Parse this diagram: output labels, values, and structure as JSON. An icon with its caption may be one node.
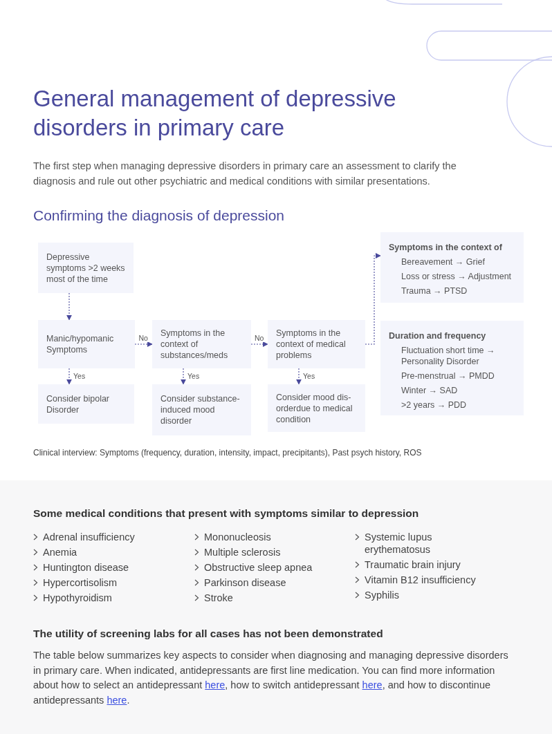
{
  "diagram": {
    "title": "General management of depressive disorders in primary care",
    "nodes": [
      {
        "text": [
          "Depressive symptoms >2 weeks most of the time"
        ]
      },
      {
        "text": [
          "Manic/hypomanic Symptoms"
        ]
      },
      {
        "text": [
          "Symptoms in the context of substances/meds"
        ]
      },
      {
        "text": [
          "Symptoms in the context of medical problems"
        ]
      },
      {
        "text": [
          "Consider bipolar Disorder"
        ]
      },
      {
        "text": [
          "Consider substance-induced mood disorder"
        ]
      },
      {
        "text": [
          "Consider mood dis-orderdue to medical condition"
        ]
      },
      {
        "text": [
          "Symptoms in the context of",
          "Bereavement → Grief",
          "Loss or stress → Adjustment",
          "Trauma → PTSD"
        ]
      },
      {
        "text": [
          "Duration and frequency",
          "Fluctuation short time → Personality Disorder",
          "Pre-menstrual → PMDD",
          "Winter → SAD",
          ">2 years → PDD"
        ]
      }
    ],
    "edges": [
      {
        "from": 0,
        "to": 1,
        "arrow": "to",
        "style": "dashed"
      },
      {
        "from": 1,
        "to": 2,
        "arrow": "to",
        "label": "No",
        "style": "dashed"
      },
      {
        "from": 2,
        "to": 3,
        "arrow": "to",
        "label": "No",
        "style": "dashed"
      },
      {
        "from": 1,
        "to": 4,
        "arrow": "to",
        "label": "Yes",
        "style": "dashed"
      },
      {
        "from": 2,
        "to": 5,
        "arrow": "to",
        "label": "Yes",
        "style": "dashed"
      },
      {
        "from": 3,
        "to": 6,
        "arrow": "to",
        "label": "Yes",
        "style": "dashed"
      },
      {
        "from": 3,
        "to": 7,
        "arrow": "to",
        "style": "dashed"
      }
    ],
    "labels": [
      "The first step when managing depressive disorders in primary care an assessment to clarify the diagnosis and rule out other psychiatric and medical conditions with similar presentations.",
      "Confirming the diagnosis of depression",
      "Clinical interview: Symptoms (frequency, duration, intensity, impact, precipitants), Past psych history, ROS",
      "Some medical conditions that present with symptoms similar to depression",
      "Adrenal insufficiency",
      "Anemia",
      "Huntington disease",
      "Hypercortisolism",
      "Hypothyroidism",
      "Mononucleosis",
      "Multiple sclerosis",
      "Obstructive sleep apnea",
      "Parkinson disease",
      "Stroke",
      "Systemic lupus erythematosus",
      "Traumatic brain injury",
      "Vitamin B12 insufficiency",
      "Syphilis",
      "The utility of screening labs for all cases has not been demonstrated",
      "The table below summarizes key aspects to consider when diagnosing and managing depressive disorders in primary care. When indicated, antidepressants are first line medication. You can find more information about how to select an antidepressant",
      "here",
      ", how to switch antidepressant",
      "here",
      ", and how to discontinue antidepressants",
      "here",
      "."
    ]
  }
}
